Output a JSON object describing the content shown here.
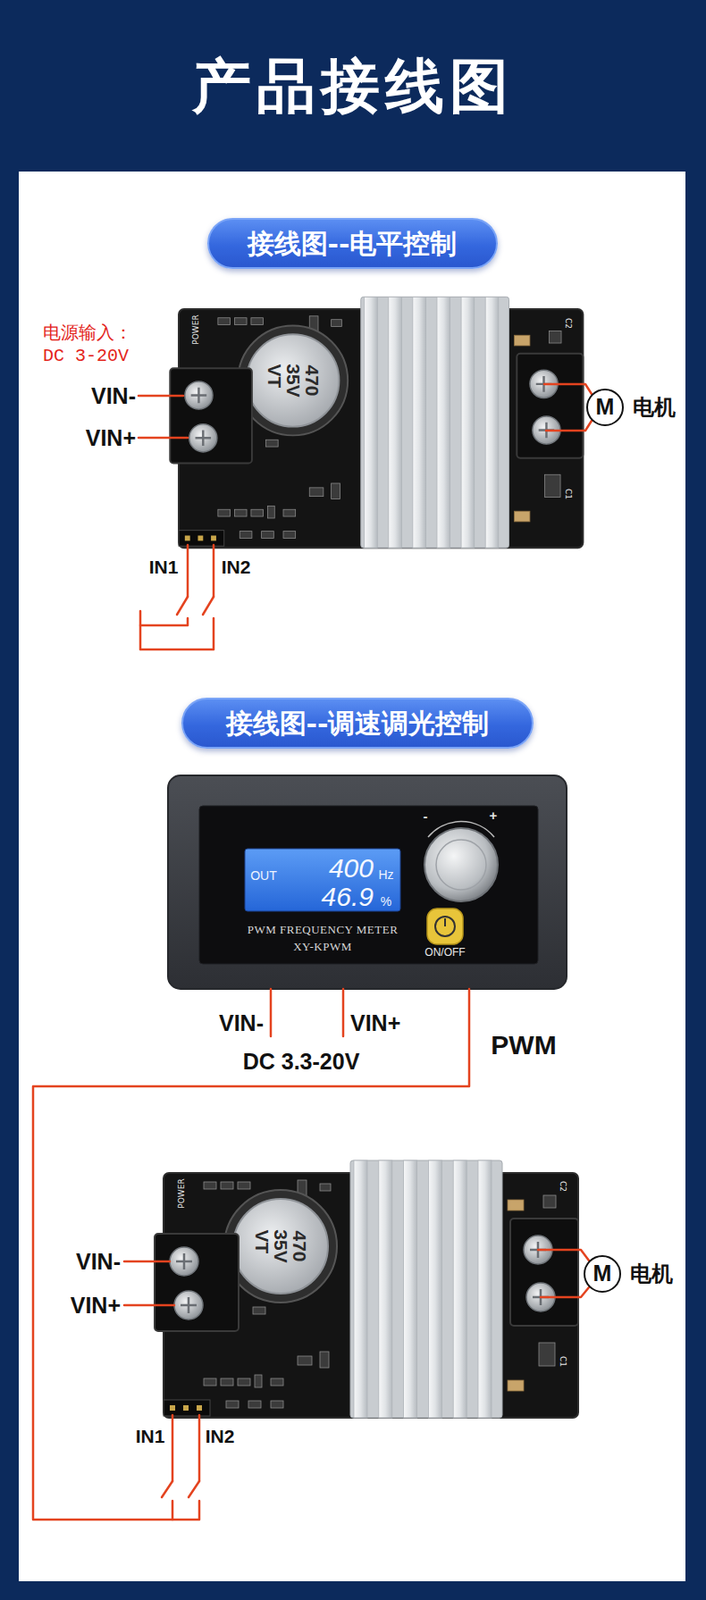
{
  "diagram": {
    "title": "产品接线图",
    "nodes": [
      {
        "text": [
          "接线图--电平控制"
        ]
      },
      {
        "text": [
          "M",
          "电机"
        ]
      },
      {
        "text": [
          "接线图--调速调光控制"
        ]
      },
      {
        "text": [
          "M",
          "电机"
        ]
      }
    ],
    "labels": [
      "电源输入：",
      "DC 3-20V",
      "VIN-",
      "VIN+",
      "470",
      "35V",
      "VT",
      "POWER",
      "C2",
      "C1",
      "IN1",
      "IN2",
      "OUT",
      "400",
      "Hz",
      "46.9",
      "%",
      "PWM FREQUENCY METER",
      "XY-KPWM",
      "-",
      "+",
      "ON/OFF",
      "VIN-",
      "VIN+",
      "DC 3.3-20V",
      "PWM",
      "VIN-",
      "VIN+",
      "470",
      "35V",
      "VT",
      "POWER",
      "C2",
      "C1",
      "IN1",
      "IN2"
    ]
  }
}
